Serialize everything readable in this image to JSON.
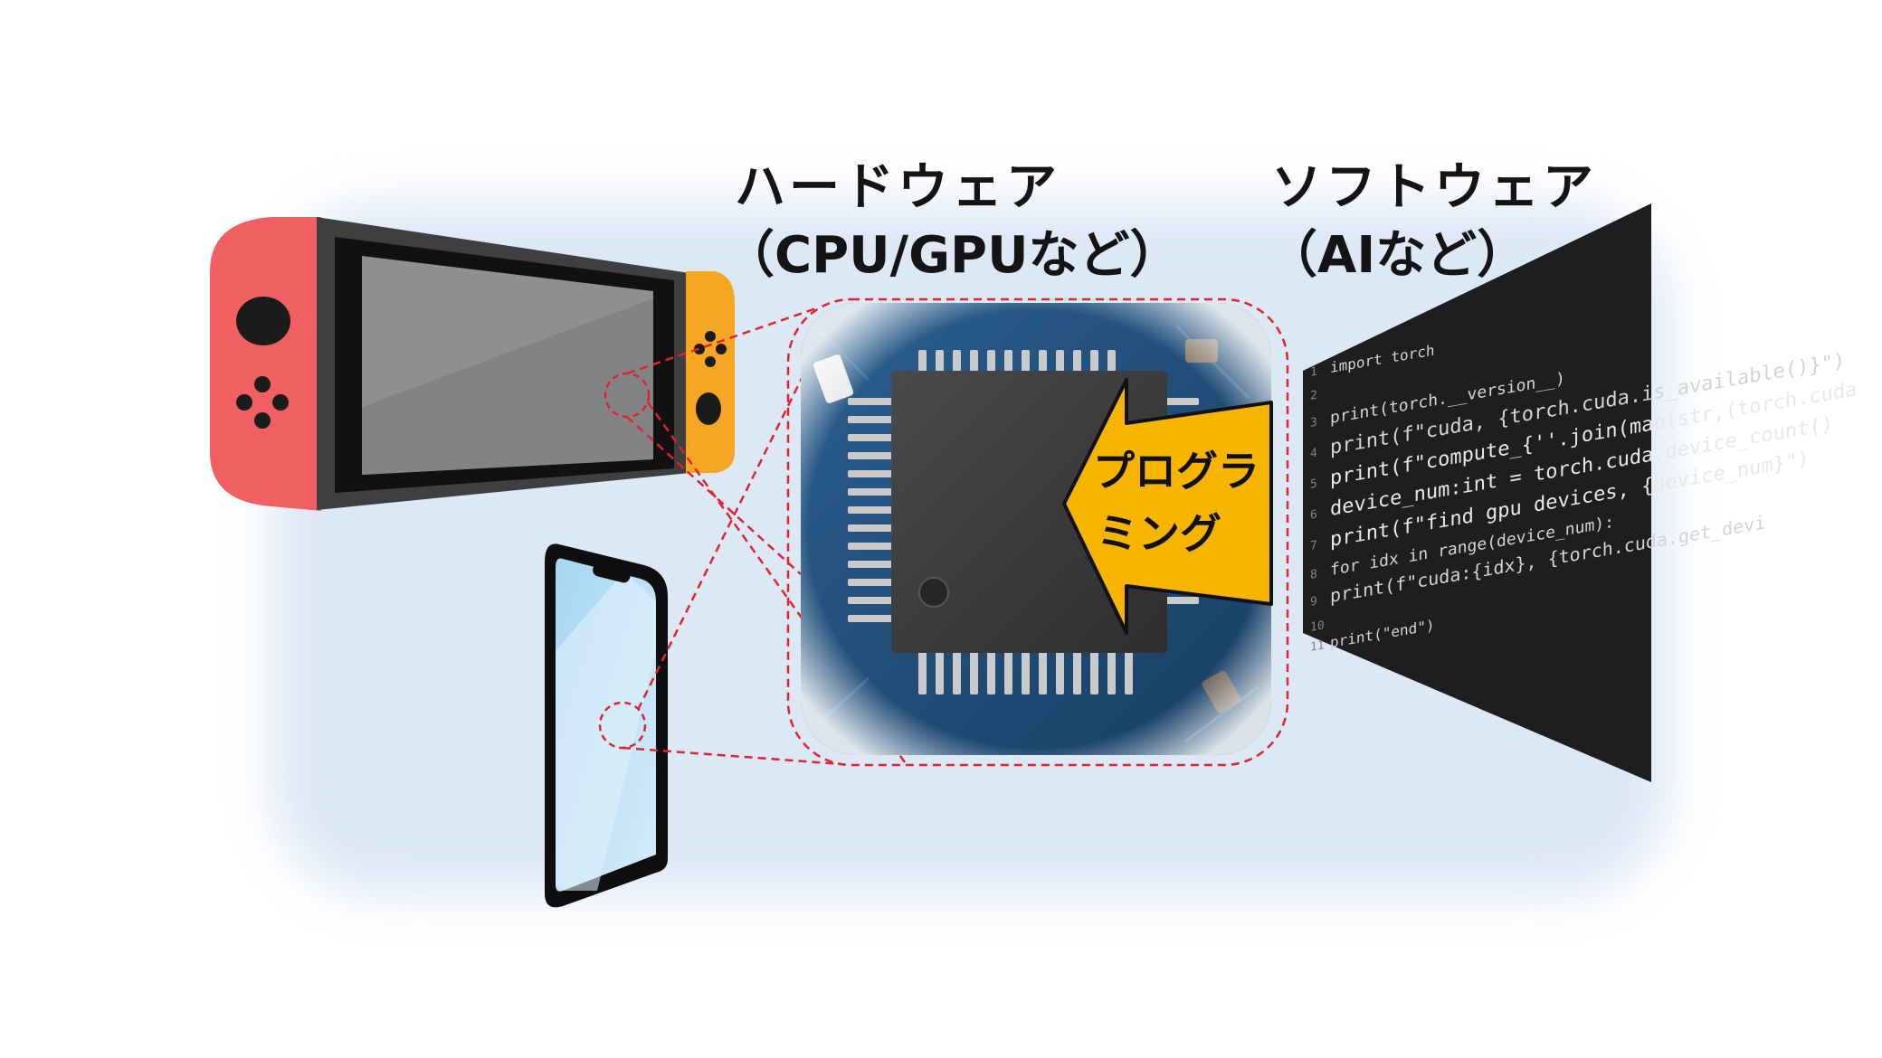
{
  "labels": {
    "hardware_title": "ハードウェア",
    "hardware_sub": "（CPU/GPUなど）",
    "software_title": "ソフトウェア",
    "software_sub": "（AIなど）",
    "arrow_line1": "プログラ",
    "arrow_line2": "ミング"
  },
  "code_lines": [
    {
      "num": "1",
      "text": "import torch"
    },
    {
      "num": "2",
      "text": ""
    },
    {
      "num": "3",
      "text": "print(torch.__version__)"
    },
    {
      "num": "4",
      "text": "print(f\"cuda, {torch.cuda.is_available()}\")"
    },
    {
      "num": "5",
      "text": "print(f\"compute_{''.join(map(str,(torch.cuda"
    },
    {
      "num": "6",
      "text": "device_num:int = torch.cuda.device_count()"
    },
    {
      "num": "7",
      "text": "print(f\"find gpu devices, {device_num}\")"
    },
    {
      "num": "8",
      "text": "for idx in range(device_num):"
    },
    {
      "num": "9",
      "text": "    print(f\"cuda:{idx}, {torch.cuda.get_devi"
    },
    {
      "num": "10",
      "text": ""
    },
    {
      "num": "11",
      "text": "print(\"end\")"
    }
  ],
  "colors": {
    "switch_left_joycon": "#f06062",
    "switch_right_joycon": "#f5a623",
    "switch_body": "#3d3d3d",
    "screen": "#8e8f91",
    "phone_screen": "#bfe0f5",
    "dashed_lines": "#e0232e",
    "arrow": "#f7b500",
    "editor_bg": "#1e1e1e",
    "code_text": "#e8e8e8"
  },
  "icons": [
    "game-console-icon",
    "smartphone-icon",
    "microchip-icon",
    "code-editor-icon",
    "arrow-icon"
  ]
}
